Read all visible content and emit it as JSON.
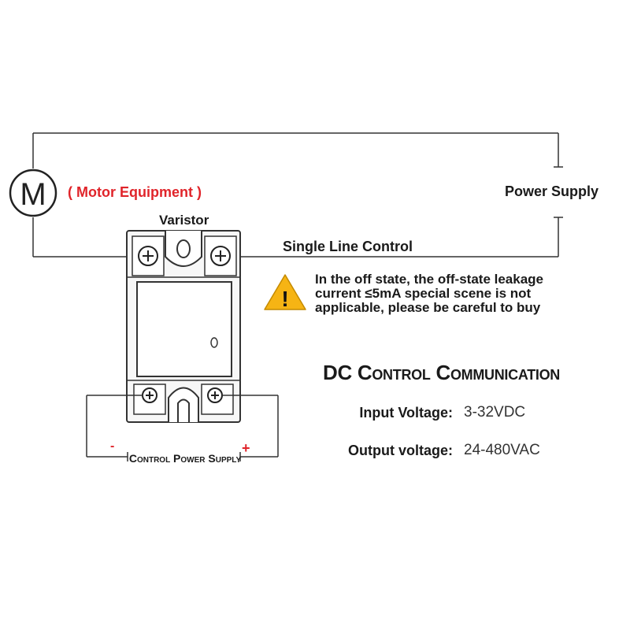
{
  "motor": {
    "symbol": "M",
    "label": "( Motor Equipment )"
  },
  "power_supply": {
    "label": "Power Supply"
  },
  "varistor": {
    "label": "Varistor"
  },
  "single_line": {
    "label": "Single Line Control"
  },
  "warning": {
    "icon": "warning-triangle-icon",
    "mark": "!",
    "text": "In the off state, the off-state leakage current ≤5mA special scene is not applicable, please be careful to buy"
  },
  "title": "DC Control Communication",
  "specs": {
    "input_label": "Input Voltage:",
    "input_value": "3-32VDC",
    "output_label": "Output voltage:",
    "output_value": "24-480VAC"
  },
  "control_power": {
    "label": "Control Power Supply",
    "minus": "-",
    "plus": "+"
  },
  "colors": {
    "accent_red": "#e0242a",
    "warning_yellow": "#f6b414",
    "line": "#333333"
  }
}
